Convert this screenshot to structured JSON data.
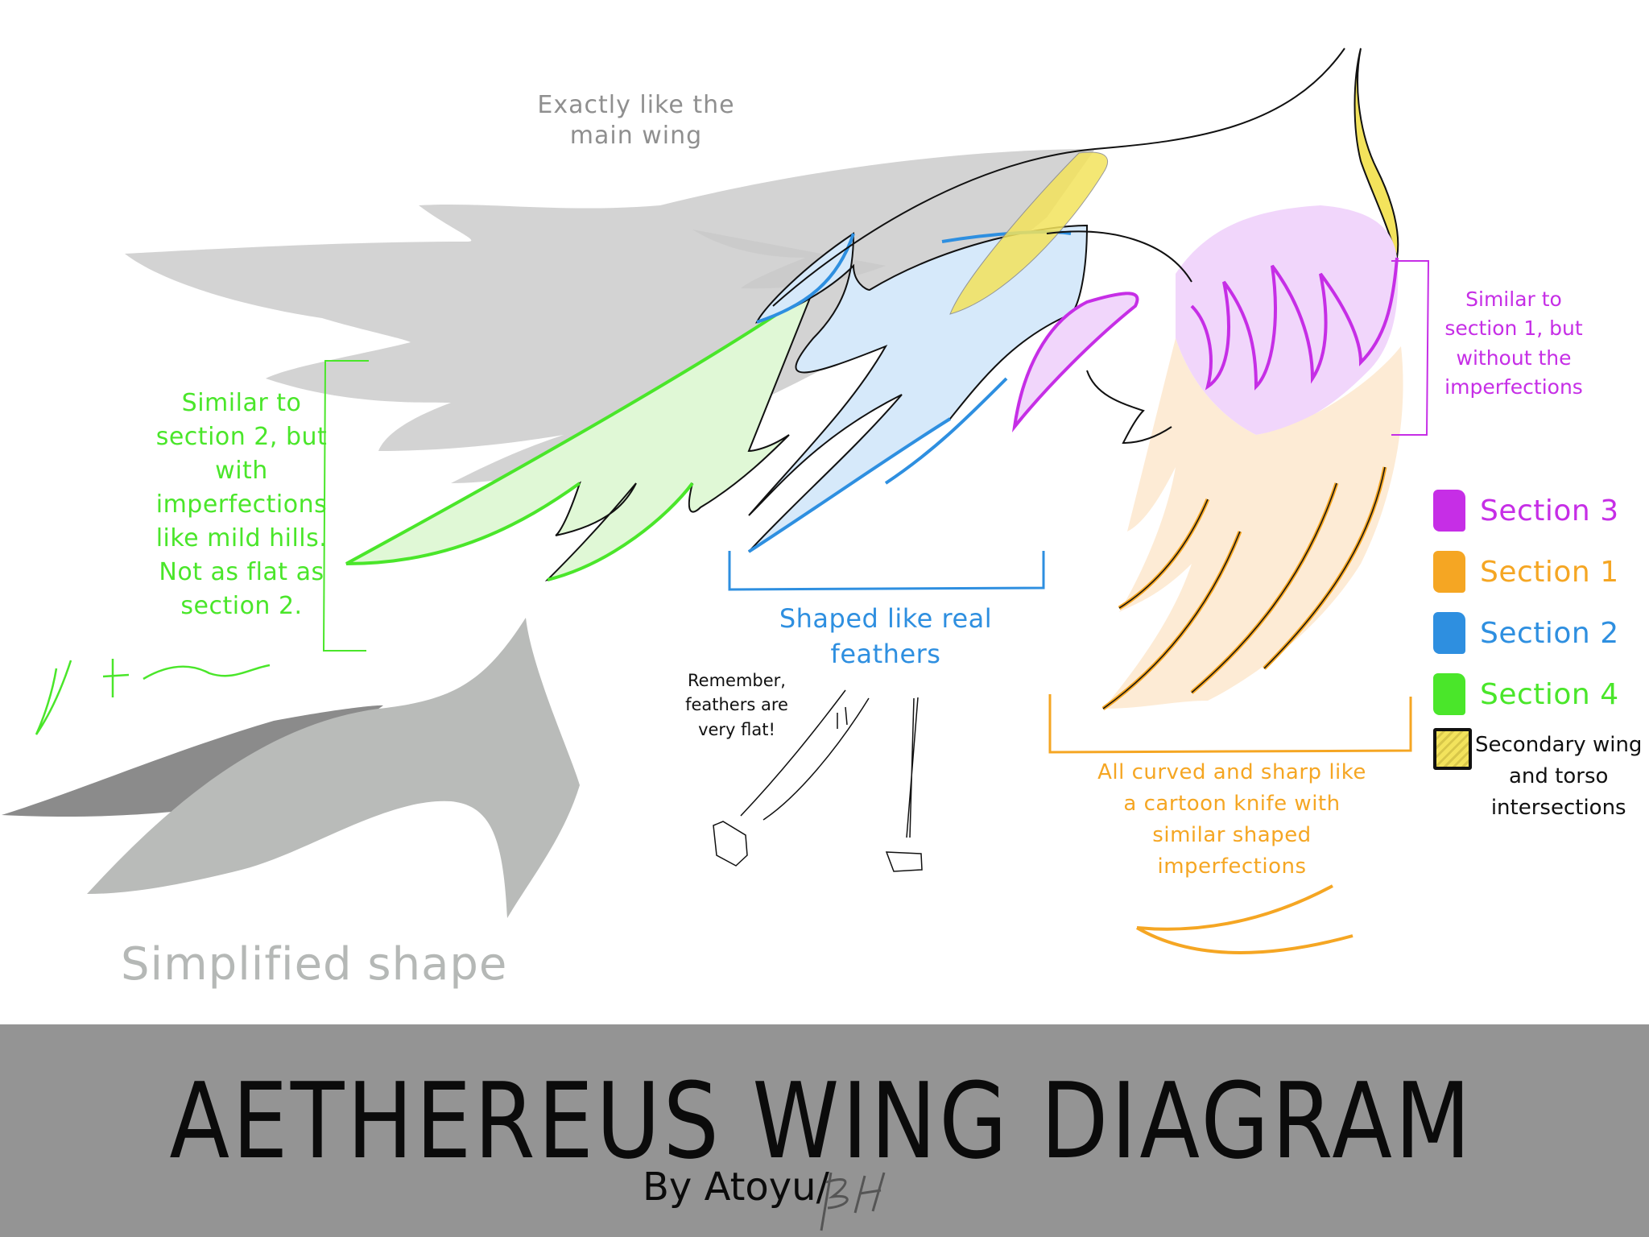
{
  "title": "AETHEREUS WING DIAGRAM",
  "byline": "By Atoyu/",
  "signature": "BH",
  "annotations": {
    "main_wing_note": "Exactly like the\nmain wing",
    "section4_note": "Similar to\nsection 2, but\nwith\nimperfections\nlike mild hills.\nNot as flat as\nsection 2.",
    "section3_note": "Similar to\nsection 1, but\nwithout the\nimperfections",
    "section2_note": "Shaped like real\nfeathers",
    "flat_note": "Remember,\nfeathers are\nvery flat!",
    "section1_note": "All curved and sharp like\na cartoon knife with\nsimilar shaped\nimperfections",
    "simplified_note": "Simplified shape"
  },
  "legend": {
    "items": [
      {
        "label": "Section 3",
        "color": "#c62ee6"
      },
      {
        "label": "Section 1",
        "color": "#f5a623"
      },
      {
        "label": "Section 2",
        "color": "#2e8fe0"
      },
      {
        "label": "Section 4",
        "color": "#4ae62a"
      }
    ],
    "secondary": {
      "label": "Secondary wing\nand torso\nintersections",
      "color": "#f3e35c"
    }
  },
  "colors": {
    "section1": "#f5a623",
    "section2": "#2e8fe0",
    "section3": "#c62ee6",
    "section4": "#4ae62a",
    "secondary": "#f3e35c",
    "banner": "#949494",
    "ghost_wing": "#d3d3d3"
  }
}
